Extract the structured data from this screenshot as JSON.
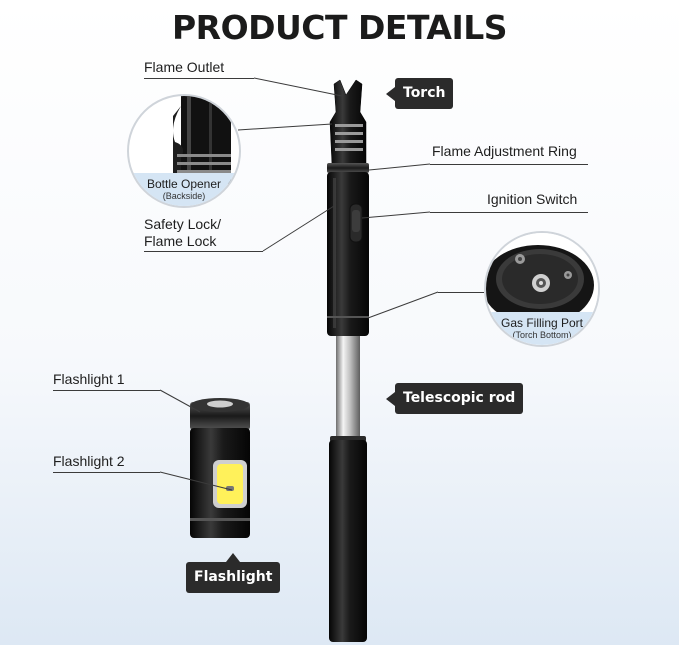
{
  "title": "PRODUCT DETAILS",
  "labels": {
    "flame_outlet": "Flame Outlet",
    "flame_adjustment_ring": "Flame Adjustment Ring",
    "ignition_switch": "Ignition Switch",
    "safety_lock_line1": "Safety Lock/",
    "safety_lock_line2": "Flame Lock",
    "flashlight_1": "Flashlight 1",
    "flashlight_2": "Flashlight 2"
  },
  "tags": {
    "torch": "Torch",
    "telescopic_rod": "Telescopic rod",
    "flashlight": "Flashlight"
  },
  "insets": {
    "bottle_opener": {
      "caption": "Bottle Opener",
      "sub": "(Backside)"
    },
    "gas_filling_port": {
      "caption": "Gas Filling Port",
      "sub": "(Torch Bottom)"
    }
  },
  "colors": {
    "product_black": "#141414",
    "tag_background": "#2b2b2b",
    "caption_band": "#d5e5f4",
    "flashlight_led": "#fff15a"
  }
}
